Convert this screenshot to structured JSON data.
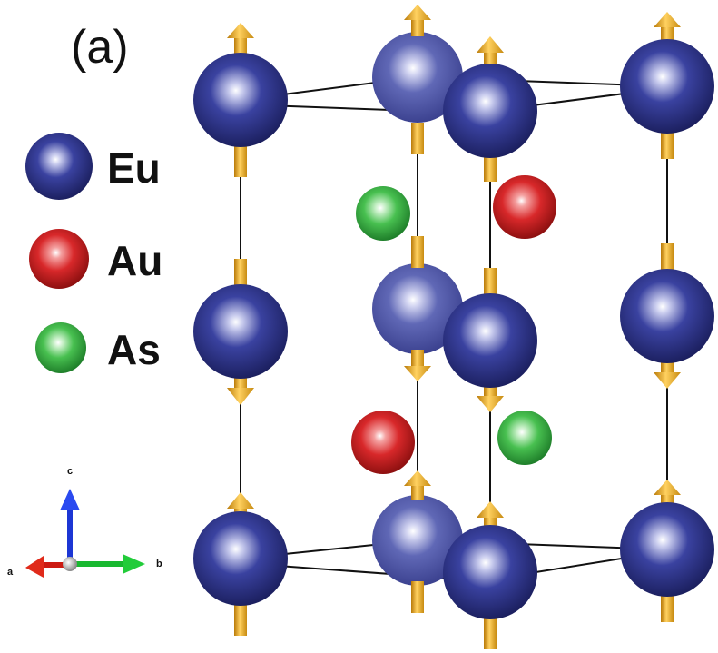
{
  "figure": {
    "panel_label": "(a)",
    "legend": [
      {
        "label": "Eu",
        "color": "#2e3585"
      },
      {
        "label": "Au",
        "color": "#d0282a"
      },
      {
        "label": "As",
        "color": "#2fbf45"
      }
    ],
    "axes": {
      "a": "a",
      "b": "b",
      "c": "c"
    },
    "colors": {
      "eu_top": "#2e3585",
      "eu_back": "#5a62ad",
      "au": "#d0282a",
      "as": "#3dbb4a",
      "spin_arrow": "#f0b020",
      "bond_line": "#111111"
    }
  }
}
